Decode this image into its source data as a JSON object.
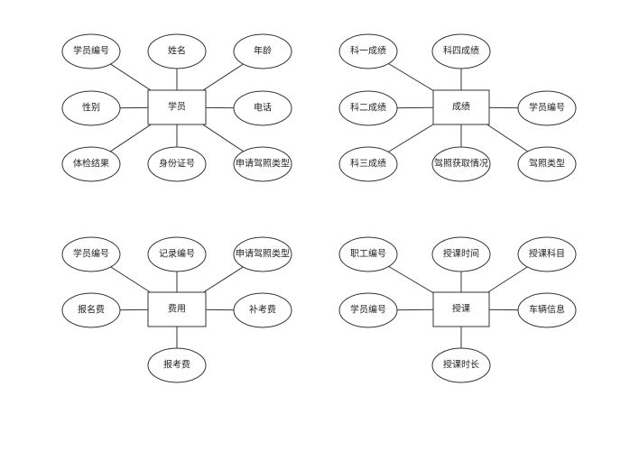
{
  "diagrams": [
    {
      "entity": "学员",
      "attributes": [
        "学员编号",
        "姓名",
        "年龄",
        "性别",
        "电话",
        "体检结果",
        "身份证号",
        "申请驾照类型"
      ]
    },
    {
      "entity": "成绩",
      "attributes": [
        "科一成绩",
        "科四成绩",
        "科二成绩",
        "学员编号",
        "科三成绩",
        "驾照获取情况",
        "驾照类型"
      ]
    },
    {
      "entity": "费用",
      "attributes": [
        "学员编号",
        "记录编号",
        "申请驾照类型",
        "报名费",
        "补考费",
        "报考费"
      ]
    },
    {
      "entity": "授课",
      "attributes": [
        "职工编号",
        "授课时间",
        "授课科目",
        "学员编号",
        "车辆信息",
        "授课时长"
      ]
    }
  ],
  "colors": {
    "stroke": "#333333",
    "fill": "#ffffff",
    "text": "#222222",
    "background": "#ffffff"
  }
}
